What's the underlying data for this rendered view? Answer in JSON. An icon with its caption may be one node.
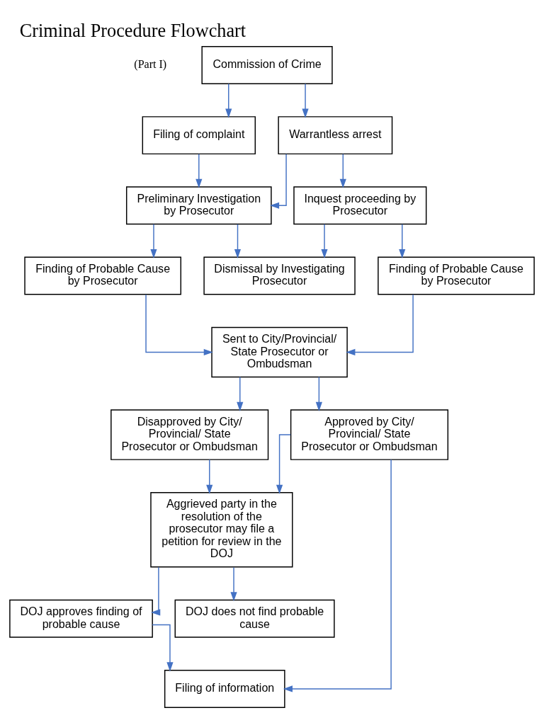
{
  "diagram": {
    "title": "Criminal Procedure Flowchart",
    "nodes": [
      {
        "text": [
          "Commission of Crime"
        ]
      },
      {
        "text": [
          "Filing of complaint"
        ]
      },
      {
        "text": [
          "Warrantless arrest"
        ]
      },
      {
        "text": [
          "Preliminary Investigation by Prosecutor"
        ]
      },
      {
        "text": [
          "Inquest proceeding by Prosecutor"
        ]
      },
      {
        "text": [
          "Finding of Probable Cause by Prosecutor"
        ]
      },
      {
        "text": [
          "Dismissal by Investigating Prosecutor"
        ]
      },
      {
        "text": [
          "Finding of Probable Cause by Prosecutor"
        ]
      },
      {
        "text": [
          "Sent to City/Provincial/ State Prosecutor or Ombudsman"
        ]
      },
      {
        "text": [
          "Approved by City/ Provincial/ State Prosecutor or Ombudsman"
        ]
      },
      {
        "text": [
          "Disapproved by City/ Provincial/ State Prosecutor or Ombudsman"
        ]
      },
      {
        "text": [
          "Aggrieved party in the resolution of the prosecutor may file a petition for review in the DOJ"
        ]
      },
      {
        "text": [
          "DOJ approves finding of probable cause"
        ]
      },
      {
        "text": [
          "DOJ does not find probable cause"
        ]
      },
      {
        "text": [
          "Filing of information"
        ]
      }
    ],
    "edges": [
      {
        "from": 0,
        "to": 1,
        "arrow": "to"
      },
      {
        "from": 0,
        "to": 2,
        "arrow": "to"
      },
      {
        "from": 1,
        "to": 3,
        "arrow": "to"
      },
      {
        "from": 2,
        "to": 3,
        "arrow": "to"
      },
      {
        "from": 2,
        "to": 4,
        "arrow": "to"
      },
      {
        "from": 3,
        "to": 5,
        "arrow": "to"
      },
      {
        "from": 3,
        "to": 6,
        "arrow": "to"
      },
      {
        "from": 4,
        "to": 6,
        "arrow": "to"
      },
      {
        "from": 4,
        "to": 7,
        "arrow": "to"
      },
      {
        "from": 5,
        "to": 8,
        "arrow": "to"
      },
      {
        "from": 7,
        "to": 8,
        "arrow": "to"
      },
      {
        "from": 8,
        "to": 9,
        "arrow": "to"
      },
      {
        "from": 8,
        "to": 10,
        "arrow": "to"
      },
      {
        "from": 9,
        "to": 11,
        "arrow": "to"
      },
      {
        "from": 10,
        "to": 11,
        "arrow": "to"
      },
      {
        "from": 11,
        "to": 12,
        "arrow": "to"
      },
      {
        "from": 11,
        "to": 13,
        "arrow": "to"
      },
      {
        "from": 9,
        "to": 14,
        "arrow": "to"
      },
      {
        "from": 12,
        "to": 14,
        "arrow": "to"
      }
    ],
    "labels": [
      "(Part I)"
    ]
  }
}
